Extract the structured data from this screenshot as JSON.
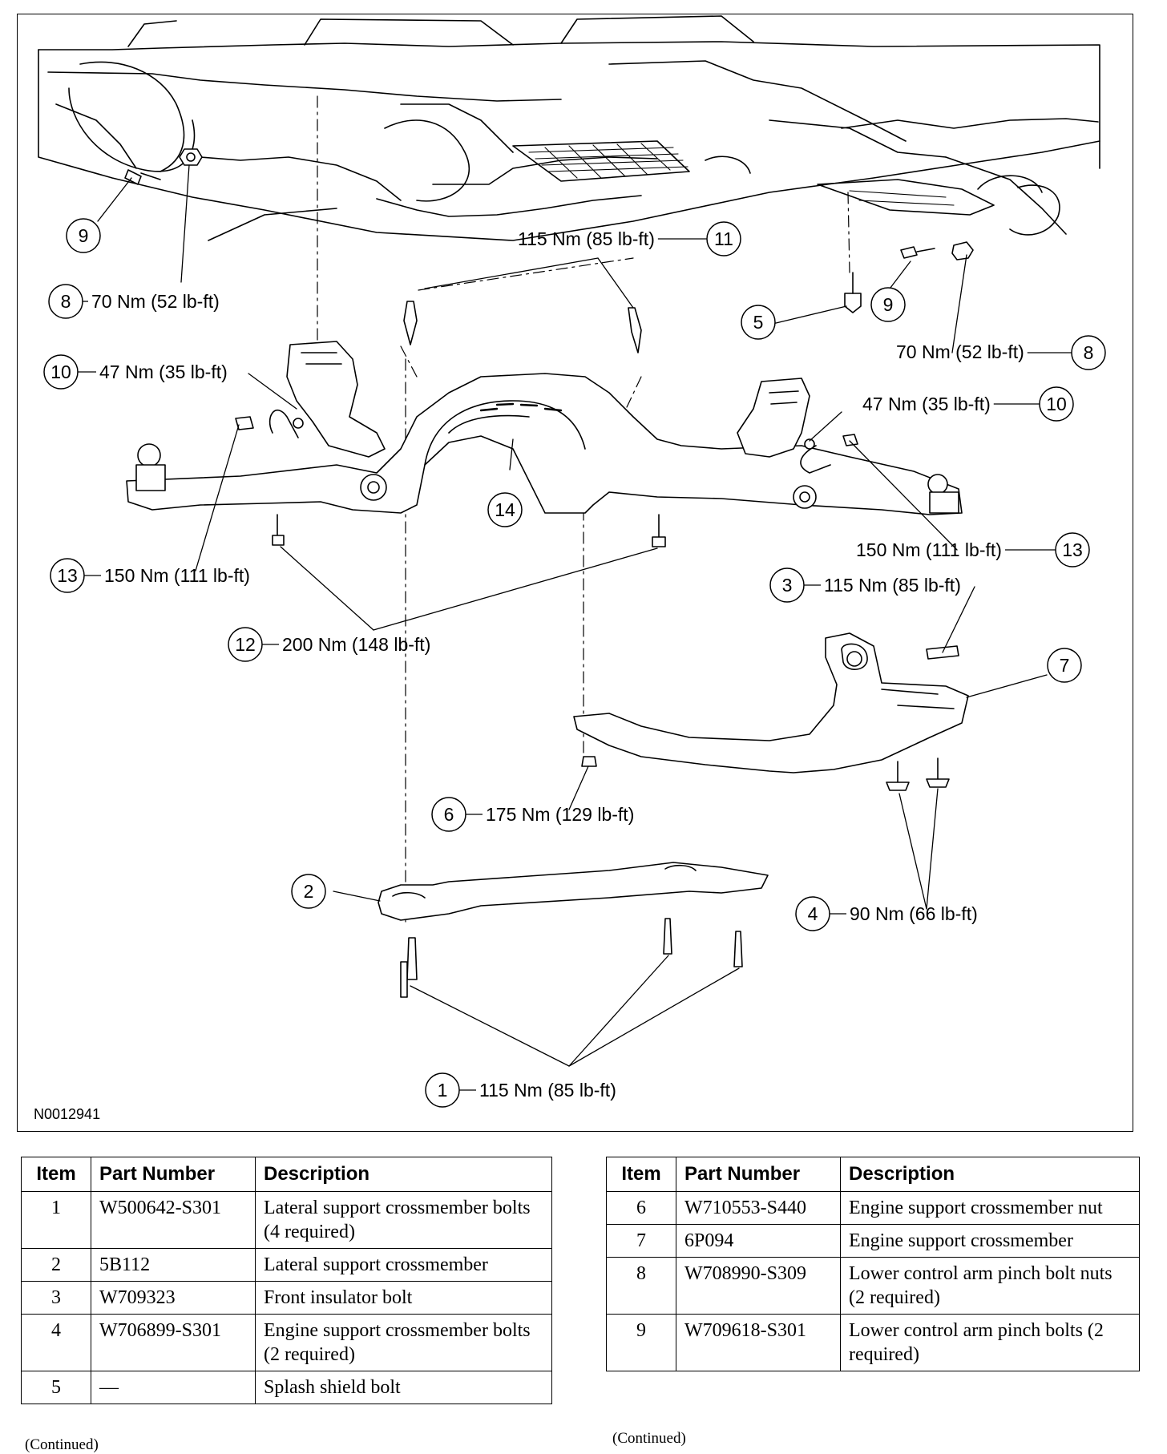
{
  "figure": {
    "id": "N0012941",
    "callouts": [
      {
        "num": "1",
        "torque": "115 Nm (85 lb-ft)"
      },
      {
        "num": "2",
        "torque": ""
      },
      {
        "num": "3",
        "torque": "115 Nm (85 lb-ft)"
      },
      {
        "num": "4",
        "torque": "90 Nm (66 lb-ft)"
      },
      {
        "num": "5",
        "torque": ""
      },
      {
        "num": "6",
        "torque": "175 Nm (129 lb-ft)"
      },
      {
        "num": "7",
        "torque": ""
      },
      {
        "num": "8",
        "torque": "70 Nm (52 lb-ft)"
      },
      {
        "num": "8",
        "torque": "70 Nm (52 lb-ft)"
      },
      {
        "num": "9",
        "torque": ""
      },
      {
        "num": "9",
        "torque": ""
      },
      {
        "num": "10",
        "torque": "47 Nm (35 lb-ft)"
      },
      {
        "num": "10",
        "torque": "47 Nm (35 lb-ft)"
      },
      {
        "num": "11",
        "torque": "115 Nm (85 lb-ft)"
      },
      {
        "num": "12",
        "torque": "200 Nm (148 lb-ft)"
      },
      {
        "num": "13",
        "torque": "150 Nm (111 lb-ft)"
      },
      {
        "num": "13",
        "torque": "150 Nm (111 lb-ft)"
      },
      {
        "num": "14",
        "torque": ""
      }
    ]
  },
  "table_headers": {
    "item": "Item",
    "part_number": "Part Number",
    "description": "Description"
  },
  "table_left": [
    {
      "item": "1",
      "part_number": "W500642-S301",
      "description": "Lateral support crossmember bolts (4 required)"
    },
    {
      "item": "2",
      "part_number": "5B112",
      "description": "Lateral support crossmember"
    },
    {
      "item": "3",
      "part_number": "W709323",
      "description": "Front insulator bolt"
    },
    {
      "item": "4",
      "part_number": "W706899-S301",
      "description": "Engine support crossmember bolts (2 required)"
    },
    {
      "item": "5",
      "part_number": "—",
      "description": "Splash shield bolt"
    }
  ],
  "table_right": [
    {
      "item": "6",
      "part_number": "W710553-S440",
      "description": "Engine support crossmember nut"
    },
    {
      "item": "7",
      "part_number": "6P094",
      "description": "Engine support crossmember"
    },
    {
      "item": "8",
      "part_number": "W708990-S309",
      "description": "Lower control arm pinch bolt nuts (2 required)"
    },
    {
      "item": "9",
      "part_number": "W709618-S301",
      "description": "Lower control arm pinch bolts (2 required)"
    }
  ],
  "continued_text": "(Continued)"
}
